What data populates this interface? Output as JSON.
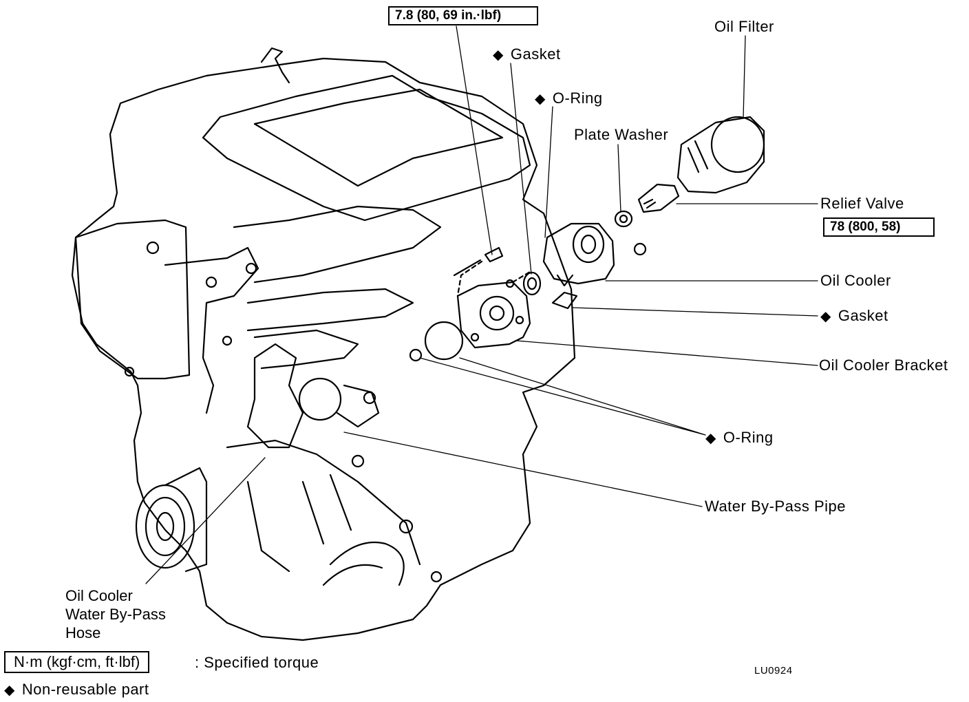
{
  "torque_top": "7.8 (80, 69 in.·lbf)",
  "torque_relief": "78 (800, 58)",
  "diamond": "◆",
  "labels": {
    "gasket_top": "Gasket",
    "oring_top": "O-Ring",
    "oil_filter": "Oil Filter",
    "plate_washer": "Plate Washer",
    "relief_valve": "Relief Valve",
    "oil_cooler": "Oil Cooler",
    "gasket_mid": "Gasket",
    "oil_cooler_bracket": "Oil Cooler Bracket",
    "oring_mid": "O-Ring",
    "water_bypass_pipe": "Water By-Pass Pipe",
    "hose_line1": "Oil Cooler",
    "hose_line2": "Water By-Pass",
    "hose_line3": "Hose"
  },
  "legend": {
    "torque_unit": "N·m (kgf·cm, ft·lbf)",
    "torque_desc": ":  Specified torque",
    "nonreusable": "Non-reusable part"
  },
  "figure_code": "LU0924"
}
